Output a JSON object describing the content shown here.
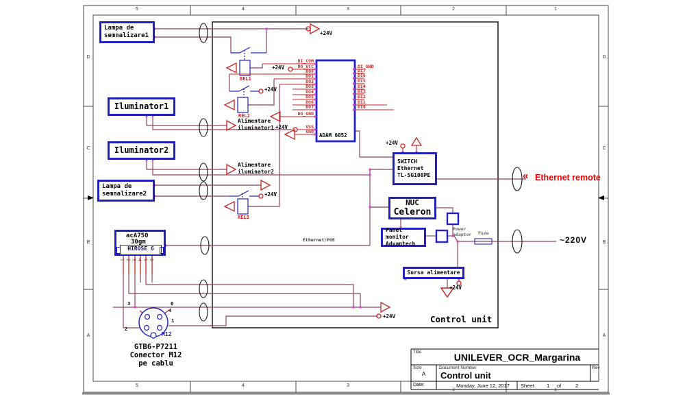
{
  "frame": {
    "top_zones": [
      "5",
      "4",
      "3",
      "2",
      "1"
    ],
    "bottom_zones": [
      "5",
      "4",
      "3",
      "2",
      "1"
    ],
    "left_zones": [
      "D",
      "C",
      "B",
      "A"
    ],
    "right_zones": [
      "D",
      "C",
      "B",
      "A"
    ]
  },
  "title_block": {
    "title_label": "Title",
    "title": "UNILEVER_OCR_Margarina",
    "size_label": "Size",
    "size": "A",
    "doc_label": "Document Number",
    "doc": "Control unit",
    "rev_label": "Rev",
    "date_label": "Date:",
    "date": "Monday, June 12, 2017",
    "sheet_label": "Sheet",
    "sheet_num": "1",
    "of_label": "of",
    "sheet_total": "2"
  },
  "control_unit_label": "Control unit",
  "boxes": {
    "lampa1": {
      "line1": "Lampa de",
      "line2": "semnalizare1"
    },
    "iluminator1": {
      "label": "Iluminator1"
    },
    "iluminator2": {
      "label": "Iluminator2"
    },
    "lampa2": {
      "line1": "Lampa de",
      "line2": "semnalizare2"
    },
    "camera": {
      "line1": "acA750",
      "line2": "30gm",
      "connector": "HIROSE 6"
    },
    "switch": {
      "line1": "SWITCH",
      "line2": "Ethernet",
      "line3": "TL-SG108PE"
    },
    "nuc": {
      "line1": "NUC",
      "line2": "Celeron"
    },
    "panel": {
      "line1": "Panel monitor",
      "line2": "Advantech"
    },
    "sursa": {
      "label": "Sursa alimentare"
    }
  },
  "adam": {
    "label": "ADAM 6052",
    "left_pins": [
      "DI_COM",
      "DO_VCC",
      "DO0",
      "DO1",
      "DO2",
      "DO3",
      "DO4",
      "DO5",
      "DO6",
      "DO7",
      "DO_GND",
      "VSS",
      "GND"
    ],
    "right_pins": [
      "DI_GND",
      "DI7",
      "DI6",
      "DI5",
      "DI4",
      "DI3",
      "DI2",
      "DI1",
      "DI0"
    ]
  },
  "relays": {
    "rel1": "REL1",
    "rel2": "REL2",
    "rel3": "REL3"
  },
  "labels": {
    "v24": "+24V",
    "alim1_line1": "Alimentare",
    "alim1_line2": "iluminator1",
    "alim2_line1": "Alimentare",
    "alim2_line2": "iluminator2",
    "ethernet_poe": "Ethernet/POE",
    "ethernet_remote": "Ethernet remote",
    "remote_chevron": "«",
    "v220": "~220V",
    "power_line1": "Power",
    "power_line2": "adaptor",
    "fuze": "Fuze",
    "m12": "M12",
    "conector_line1": "GTB6-P7211",
    "conector_line2": "Conector M12",
    "conector_line3": "pe cablu",
    "m12_pins": {
      "p0": "0",
      "p1": "1",
      "p2": "2",
      "p3": "3",
      "p4": "4"
    },
    "hirose_pins": [
      "1",
      "2",
      "3",
      "4",
      "5",
      "6"
    ]
  },
  "colors": {
    "wire": "#8b4560",
    "red": "#cc2222",
    "blue": "#2121bd",
    "magenta": "#dd3ddd"
  }
}
